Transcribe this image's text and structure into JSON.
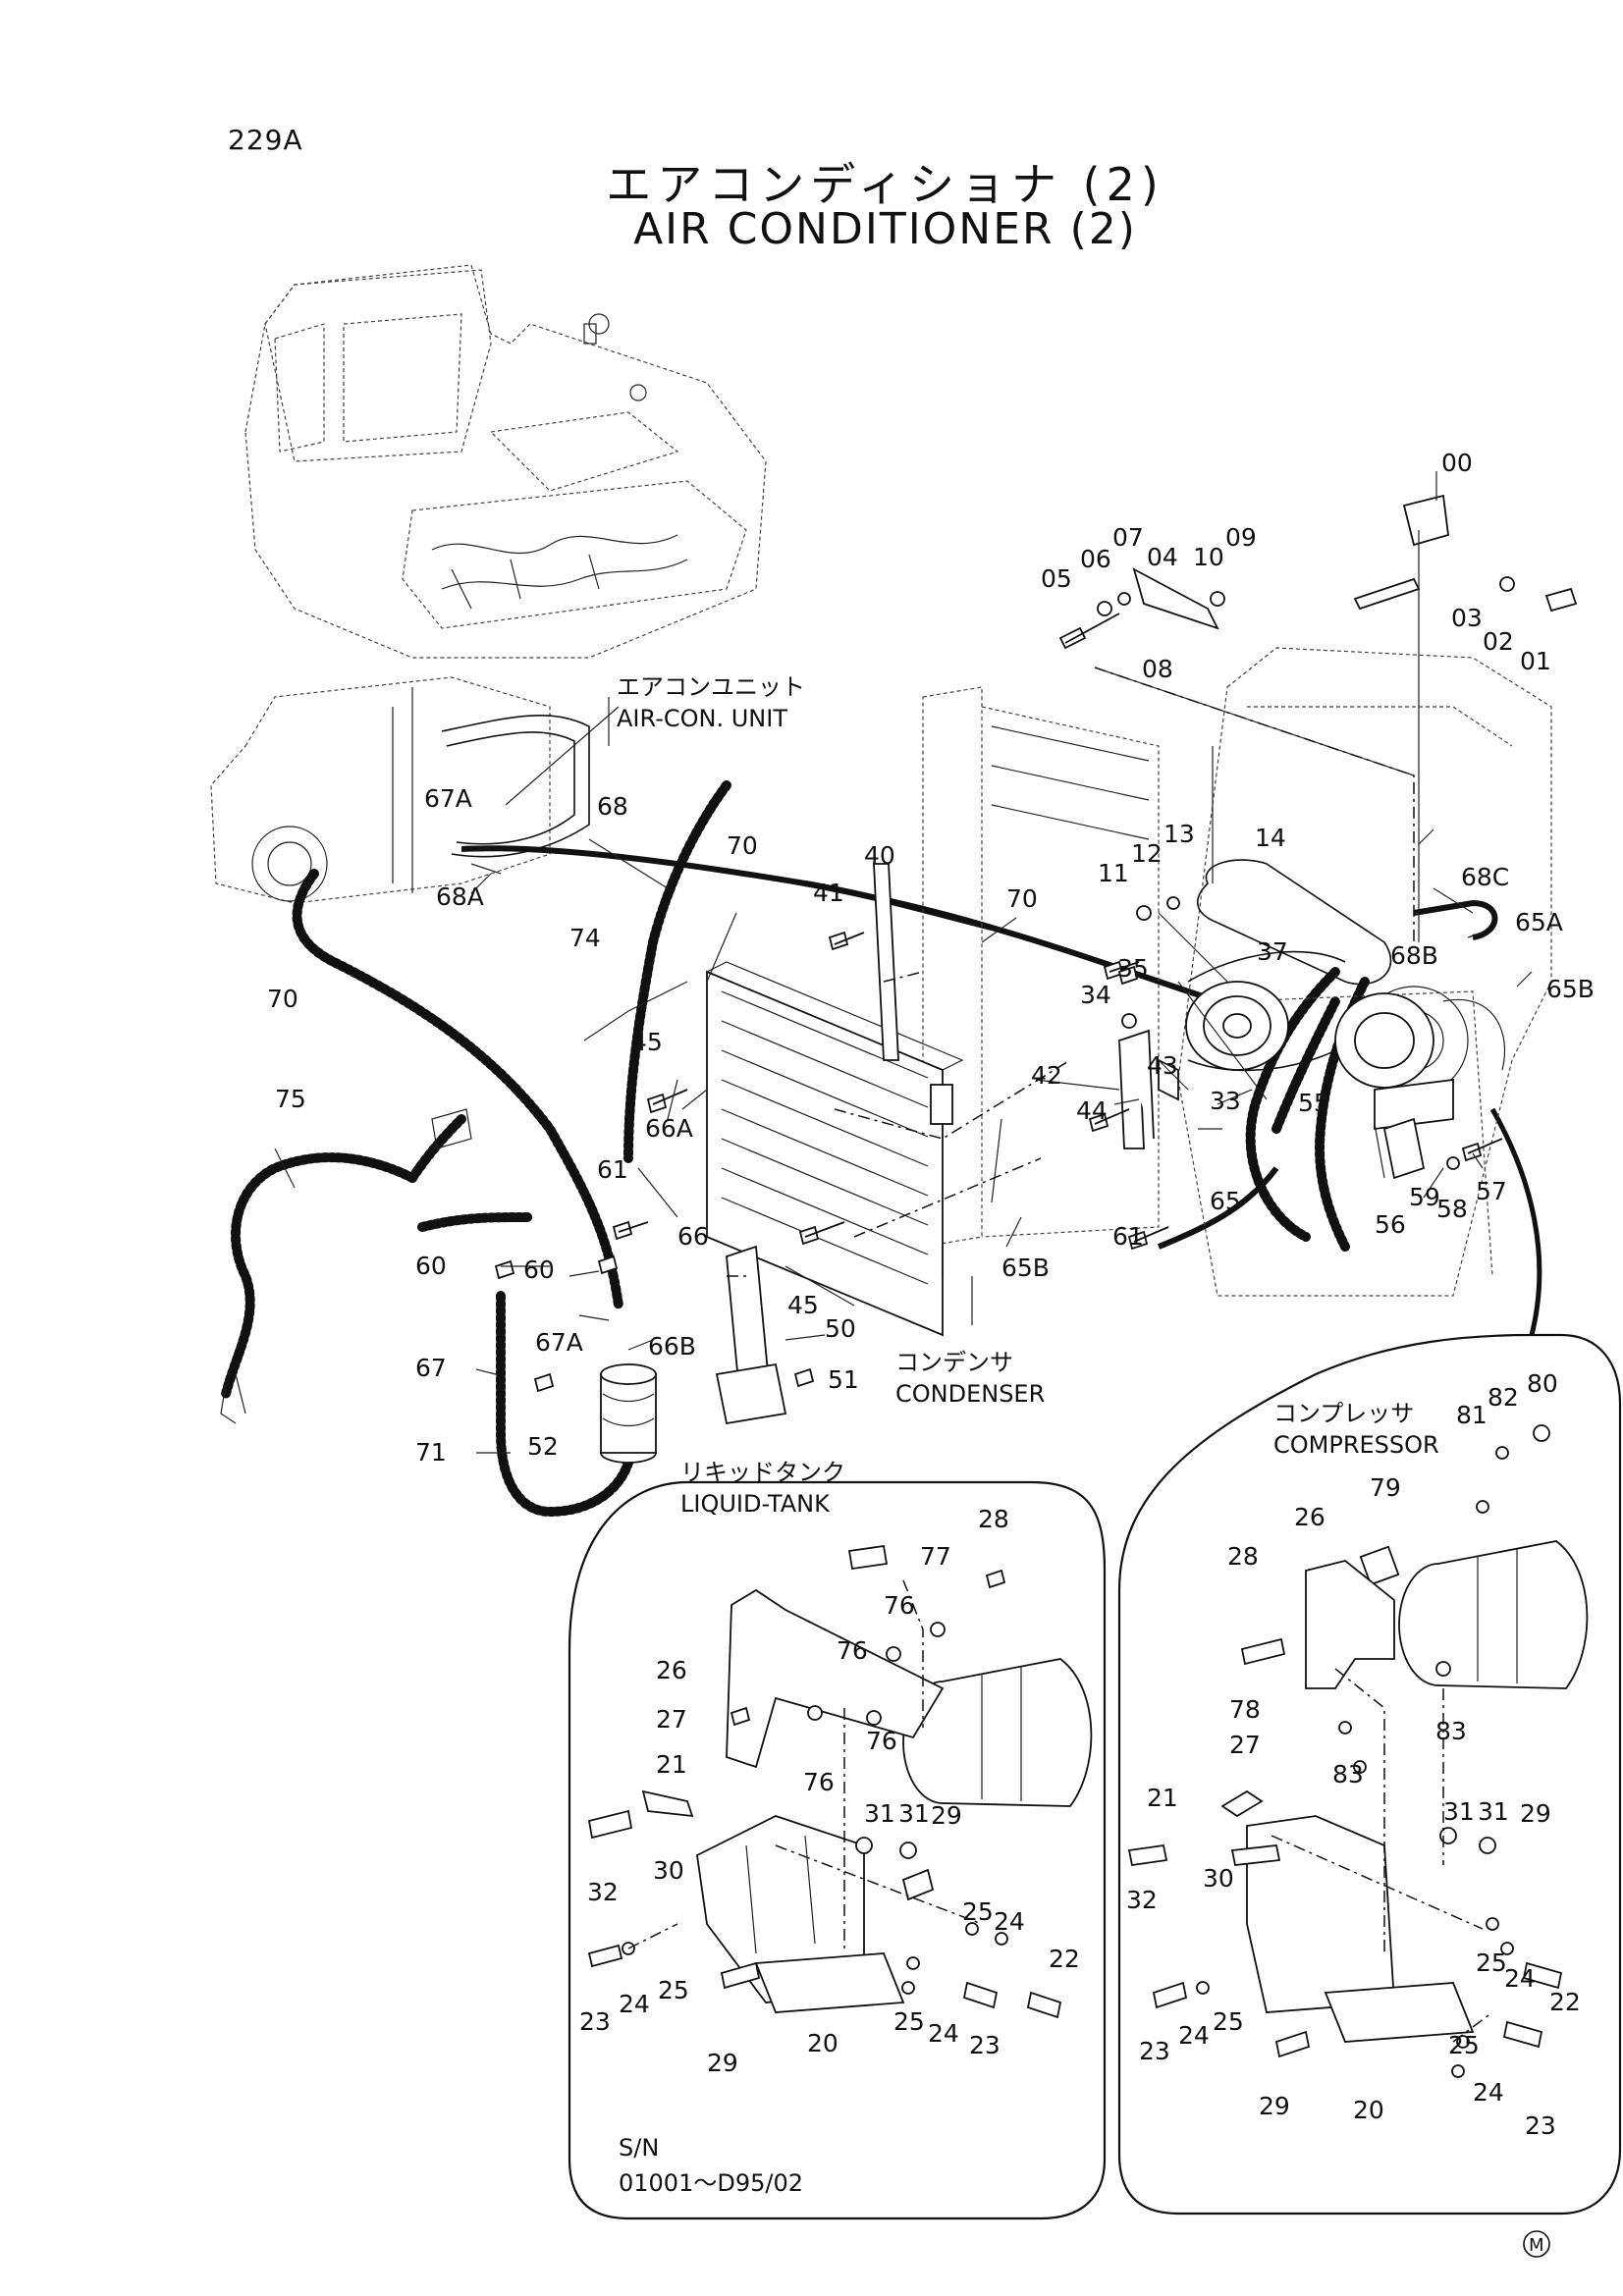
{
  "page": {
    "number": "229A",
    "title_ja": "エアコンディショナ (2)",
    "title_en": "AIR CONDITIONER (2)"
  },
  "components": {
    "air_con_unit_ja": "エアコンユニット",
    "air_con_unit_en": "AIR-CON. UNIT",
    "condenser_ja": "コンデンサ",
    "condenser_en": "CONDENSER",
    "liquid_tank_ja": "リキッドタンク",
    "liquid_tank_en": "LIQUID-TANK",
    "compressor_ja": "コンプレッサ",
    "compressor_en": "COMPRESSOR"
  },
  "serial": {
    "label": "S/N",
    "range": "01001～D95/02"
  },
  "mark": "M",
  "callouts": {
    "main": [
      "00",
      "01",
      "02",
      "03",
      "04",
      "05",
      "06",
      "07",
      "08",
      "09",
      "10",
      "11",
      "12",
      "13",
      "14",
      "33",
      "34",
      "35",
      "37",
      "40",
      "41",
      "42",
      "43",
      "44",
      "45",
      "45",
      "50",
      "51",
      "52",
      "55",
      "56",
      "57",
      "58",
      "59",
      "60",
      "60",
      "61",
      "61",
      "65",
      "65A",
      "65B",
      "65B",
      "66",
      "66A",
      "66B",
      "67",
      "67A",
      "67A",
      "68",
      "68A",
      "68B",
      "68C",
      "70",
      "70",
      "70",
      "71",
      "74",
      "75"
    ],
    "inset_left": [
      "77",
      "28",
      "76",
      "76",
      "76",
      "26",
      "27",
      "21",
      "76",
      "31",
      "31",
      "29",
      "32",
      "30",
      "25",
      "24",
      "22",
      "23",
      "24",
      "25",
      "29",
      "20",
      "25",
      "24",
      "23"
    ],
    "inset_right": [
      "80",
      "82",
      "81",
      "79",
      "26",
      "28",
      "78",
      "27",
      "83",
      "83",
      "21",
      "31",
      "31",
      "29",
      "32",
      "30",
      "25",
      "24",
      "22",
      "23",
      "24",
      "25",
      "29",
      "20",
      "25",
      "24",
      "23"
    ]
  }
}
